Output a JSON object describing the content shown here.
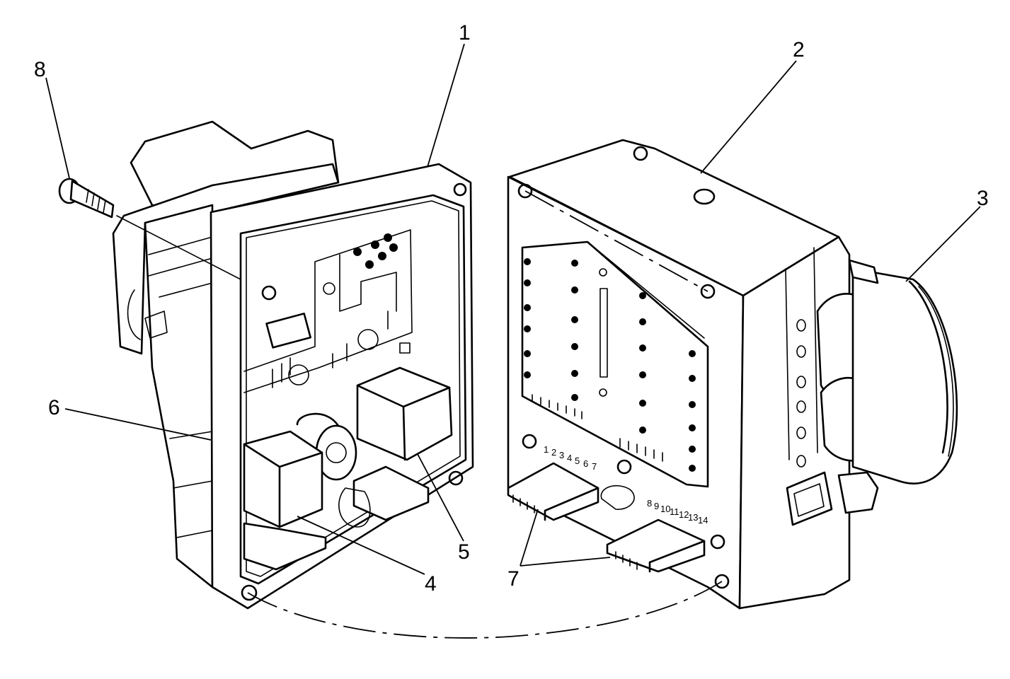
{
  "callouts": {
    "c1": "1",
    "c2": "2",
    "c3": "3",
    "c4": "4",
    "c5": "5",
    "c6": "6",
    "c7": "7",
    "c8": "8"
  },
  "pin_labels": {
    "upper": [
      "1",
      "2",
      "3",
      "4",
      "5",
      "6",
      "7"
    ],
    "lower": [
      "8",
      "9",
      "10",
      "11",
      "12",
      "13",
      "14"
    ]
  }
}
